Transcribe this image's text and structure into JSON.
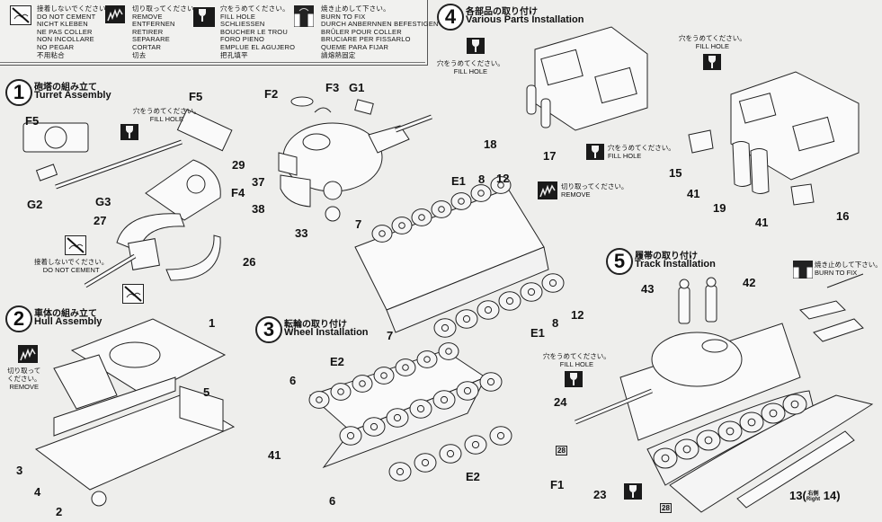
{
  "legend": {
    "items": [
      {
        "icon": "no-cement-icon",
        "jp": "接着しないでください。",
        "lines": [
          "DO NOT CEMENT",
          "NICHT KLEBEN",
          "NE PAS COLLER",
          "NON INCOLLARE",
          "NO PEGAR",
          "不用粘合"
        ]
      },
      {
        "icon": "remove-icon",
        "jp": "切り取ってください。",
        "lines": [
          "REMOVE",
          "ENTFERNEN",
          "RETIRER",
          "SEPARARE",
          "CORTAR",
          "切去"
        ]
      },
      {
        "icon": "fill-hole-icon",
        "jp": "穴をうめてください。",
        "lines": [
          "FILL HOLE",
          "SCHLIESSEN",
          "BOUCHER LE TROU",
          "FORO PIENO",
          "EMPLUE EL AGUJERO",
          "把孔填平"
        ]
      },
      {
        "icon": "burn-to-fix-icon",
        "jp": "焼き止めして下さい。",
        "lines": [
          "BURN TO FIX",
          "DURCH ANBERNNEN BEFESTIGEN",
          "BRÛLER POUR COLLER",
          "BRUCIARE PER FISSARLO",
          "QUEME PARA FIJAR",
          "請熔熱固定"
        ]
      }
    ]
  },
  "steps": [
    {
      "num": "1",
      "jp": "砲塔の組み立て",
      "en": "Turret Assembly"
    },
    {
      "num": "2",
      "jp": "車体の組み立て",
      "en": "Hull Assembly"
    },
    {
      "num": "3",
      "jp": "転輪の取り付け",
      "en": "Wheel Installation"
    },
    {
      "num": "4",
      "jp": "各部品の取り付け",
      "en": "Various Parts Installation"
    },
    {
      "num": "5",
      "jp": "履帯の取り付け",
      "en": "Track Installation"
    }
  ],
  "notes": {
    "fill_jp": "穴をうめてください。",
    "fill_en": "FILL HOLE",
    "remove_jp": "切り取ってください。",
    "remove_jp_split": [
      "切り取って",
      "ください。"
    ],
    "remove_en": "REMOVE",
    "nocement_jp": "接着しないでください。",
    "nocement_en": "DO NOT CEMENT",
    "burn_jp": "焼き止めして下さい。",
    "burn_en": "BURN TO FIX",
    "fill_jp_cut": "穴をうめてくだ"
  },
  "parts": {
    "s1": [
      "F5",
      "F5",
      "29",
      "F4",
      "G2",
      "G3",
      "27",
      "26"
    ],
    "s1b": [
      "F2",
      "F3",
      "G1",
      "37",
      "38",
      "33"
    ],
    "s2": [
      "1",
      "5",
      "3",
      "4",
      "2"
    ],
    "s3": [
      "E2",
      "6",
      "41",
      "6",
      "E2"
    ],
    "s4a": [
      "18",
      "17"
    ],
    "s4b": [
      "15",
      "41",
      "19",
      "41",
      "16"
    ],
    "s4c": [
      "E1",
      "8",
      "12",
      "7",
      "7",
      "E1",
      "8",
      "12"
    ],
    "s5": [
      "43",
      "42",
      "24",
      "F1",
      "23",
      "13"
    ],
    "track_right_jp": "右側",
    "track_right_en": "Right",
    "track_right_num": "14",
    "boxed_part": "28"
  }
}
